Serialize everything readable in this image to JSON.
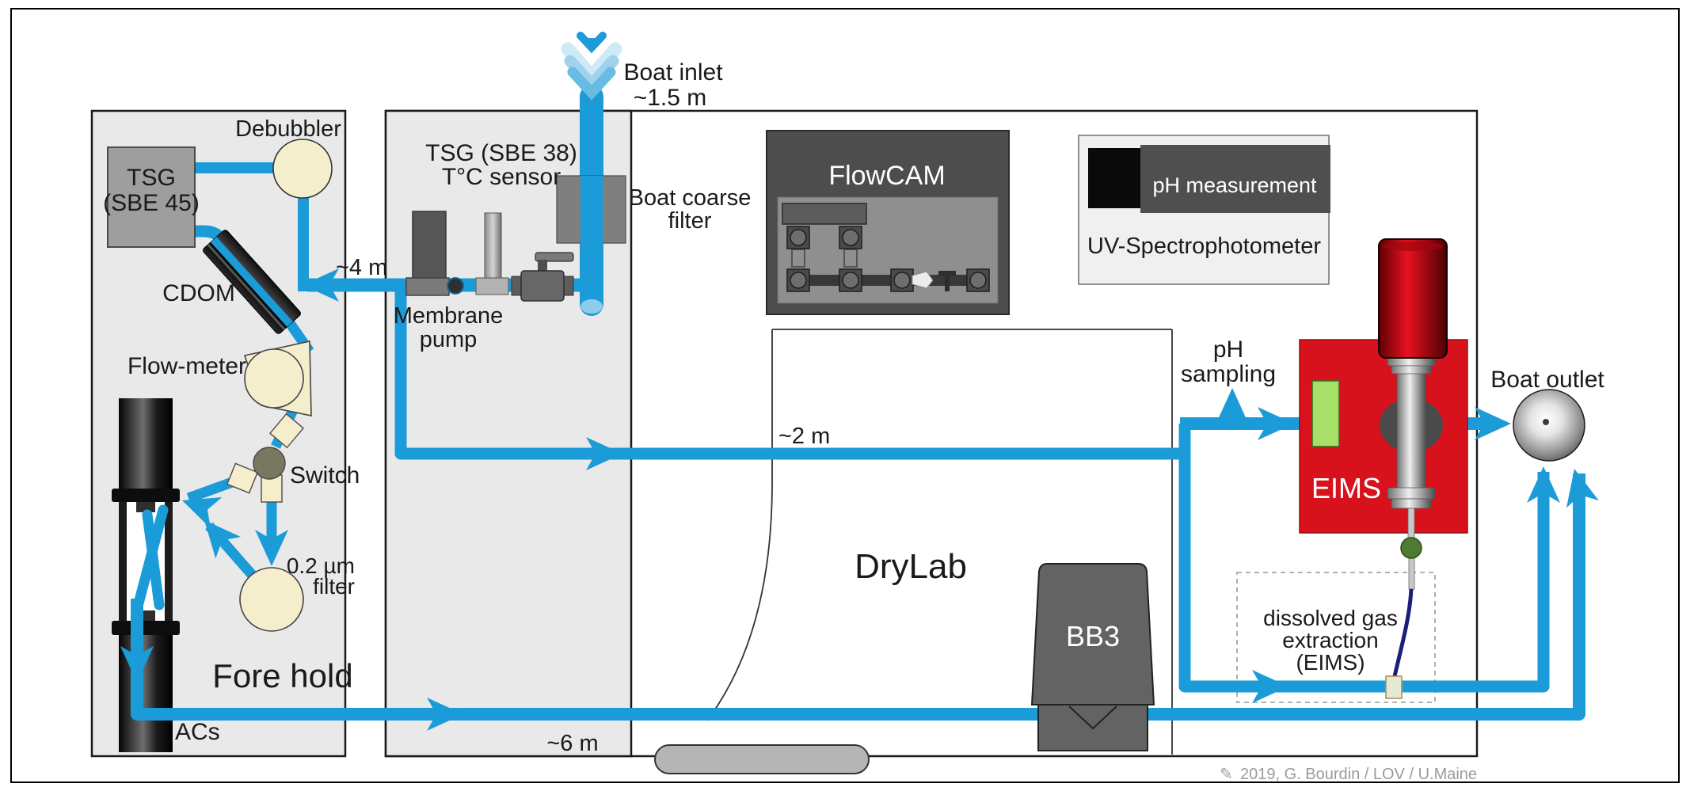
{
  "labels": {
    "boat_inlet_1": "Boat inlet",
    "boat_inlet_2": "~1.5 m",
    "tsg38_1": "TSG (SBE 38)",
    "tsg38_2": "T°C sensor",
    "boat_coarse_1": "Boat coarse",
    "boat_coarse_2": "filter",
    "membrane_1": "Membrane",
    "membrane_2": "pump",
    "debubbler": "Debubbler",
    "tsg45_1": "TSG",
    "tsg45_2": "(SBE 45)",
    "cdom": "CDOM",
    "flow_meter": "Flow-meter",
    "switch": "Switch",
    "filter02_1": "0.2 µm",
    "filter02_2": "filter",
    "fore_hold": "Fore hold",
    "acs": "ACs",
    "dist_4m": "~4 m",
    "dist_2m": "~2 m",
    "dist_6m": "~6 m",
    "flowcam": "FlowCAM",
    "ph_measurement": "pH measurement",
    "uv_spectro": "UV-Spectrophotometer",
    "drylab": "DryLab",
    "bb3": "BB3",
    "ph_sampling_1": "pH",
    "ph_sampling_2": "sampling",
    "eims": "EIMS",
    "boat_outlet": "Boat outlet",
    "dge_1": "dissolved gas",
    "dge_2": "extraction",
    "dge_3": "(EIMS)",
    "credit_icon": "✎",
    "credit": "2019, G. Bourdin / LOV / U.Maine"
  },
  "colors": {
    "pipe_blue": "#1b9bd8",
    "room_gray": "#e9e9e9",
    "device_cream": "#f5eecd",
    "eims_red": "#d8121c",
    "eims_green": "#a6e067",
    "instrument_dark_gray": "#4d4d4d",
    "credit_gray": "#9b9b9b",
    "navy_tube": "#1a1f78",
    "green_valve": "#4e7b2f"
  }
}
